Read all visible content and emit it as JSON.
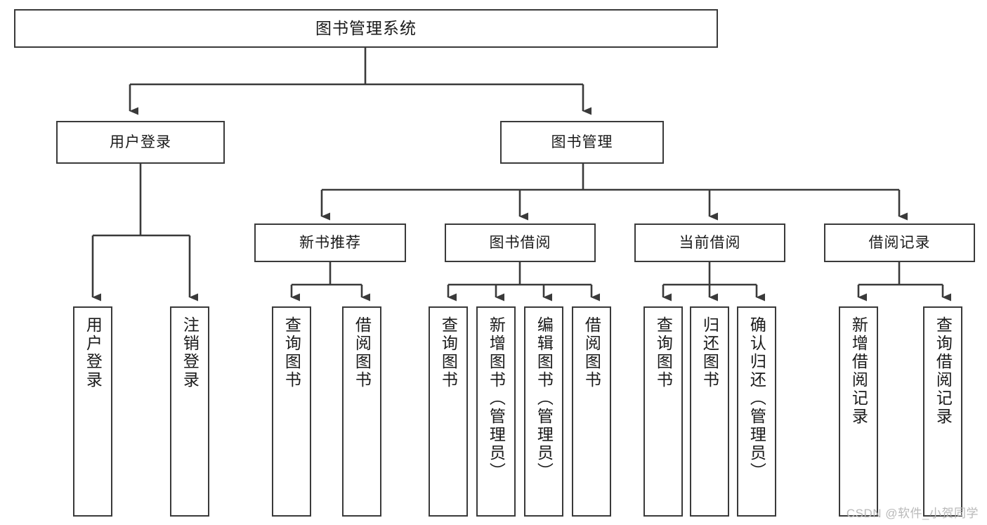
{
  "diagram": {
    "title": "图书管理系统",
    "type": "tree-hierarchy-chart",
    "orientation": "top-down",
    "colors": {
      "box_border": "#3a3a3a",
      "box_fill": "#ffffff",
      "connector": "#3a3a3a",
      "text": "#1a1a1a",
      "watermark": "#b9b9b9",
      "background": "#ffffff"
    }
  },
  "root": {
    "label": "图书管理系统"
  },
  "level2": [
    {
      "label": "用户登录"
    },
    {
      "label": "图书管理"
    }
  ],
  "level3": [
    {
      "label": "新书推荐"
    },
    {
      "label": "图书借阅"
    },
    {
      "label": "当前借阅"
    },
    {
      "label": "借阅记录"
    }
  ],
  "leaves": {
    "user_login": [
      {
        "label": "用户登录"
      },
      {
        "label": "注销登录"
      }
    ],
    "new_book_recommend": [
      {
        "label": "查询图书"
      },
      {
        "label": "借阅图书"
      }
    ],
    "book_borrow": [
      {
        "label": "查询图书"
      },
      {
        "label": "新增图书（管理员）"
      },
      {
        "label": "编辑图书（管理员）"
      },
      {
        "label": "借阅图书"
      }
    ],
    "current_borrow": [
      {
        "label": "查询图书"
      },
      {
        "label": "归还图书"
      },
      {
        "label": "确认归还（管理员）"
      }
    ],
    "borrow_record": [
      {
        "label": "新增借阅记录"
      },
      {
        "label": "查询借阅记录"
      }
    ]
  },
  "watermark": {
    "text": "CSDN @软件_小贺同学"
  }
}
